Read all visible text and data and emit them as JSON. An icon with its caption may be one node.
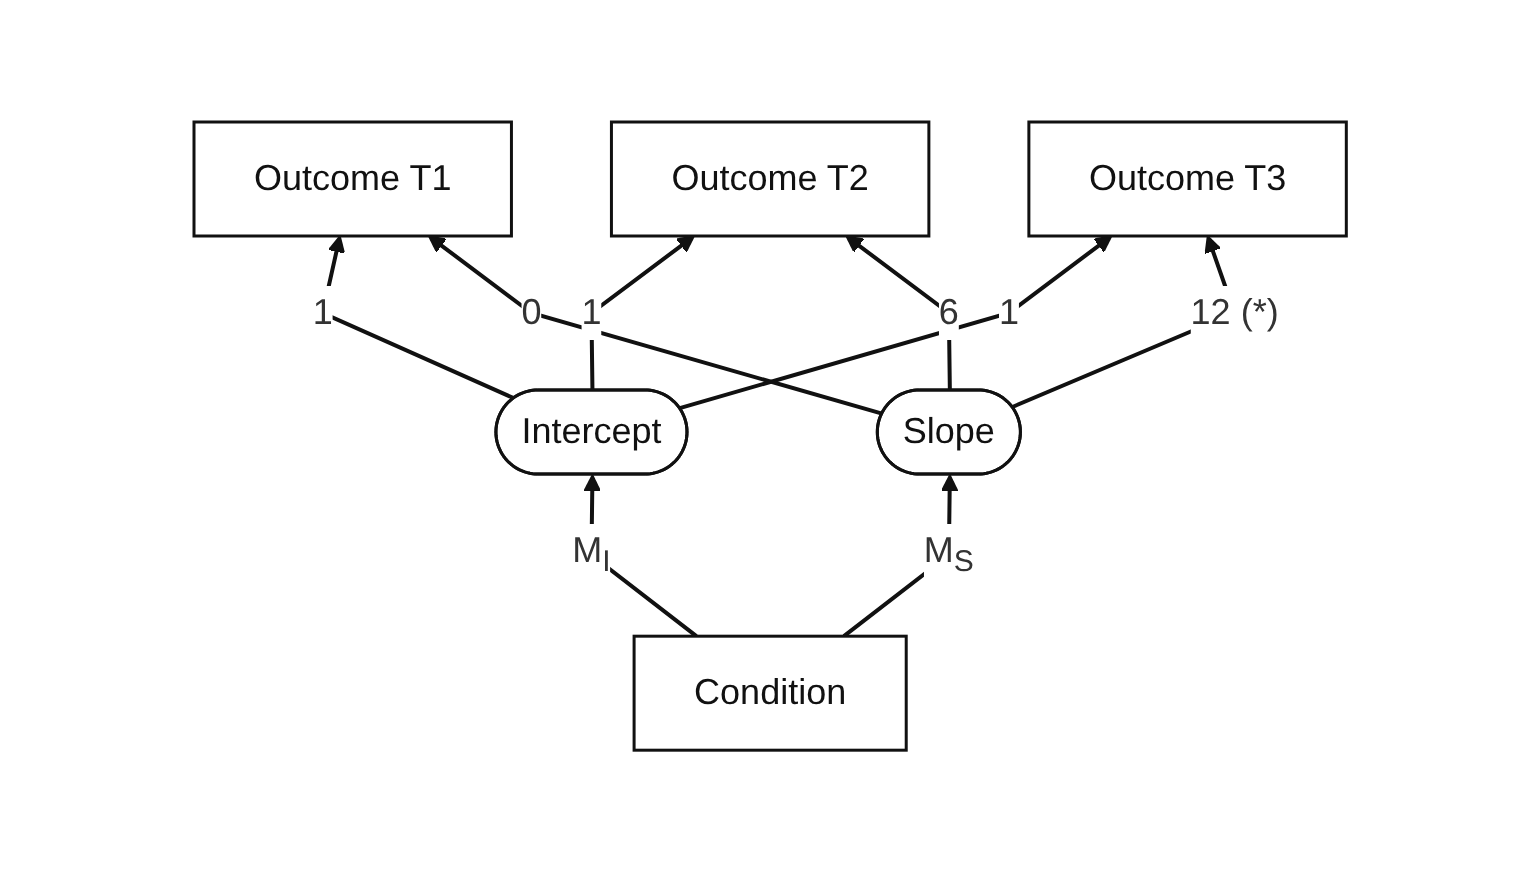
{
  "diagram": {
    "nodes": [
      {
        "text": [
          "Outcome T1"
        ]
      },
      {
        "text": [
          "Outcome T2"
        ]
      },
      {
        "text": [
          "Outcome T3"
        ]
      },
      {
        "text": [
          "Intercept"
        ]
      },
      {
        "text": [
          "Slope"
        ]
      },
      {
        "text": [
          "Condition"
        ]
      }
    ],
    "edges": [
      {
        "from": 3,
        "to": 0,
        "arrow": "to",
        "label": "1"
      },
      {
        "from": 3,
        "to": 1,
        "arrow": "to",
        "label": "1"
      },
      {
        "from": 3,
        "to": 2,
        "arrow": "to",
        "label": "1"
      },
      {
        "from": 4,
        "to": 0,
        "arrow": "to",
        "label": "0"
      },
      {
        "from": 4,
        "to": 1,
        "arrow": "to",
        "label": "6"
      },
      {
        "from": 4,
        "to": 2,
        "arrow": "to",
        "label": "12 (*)"
      },
      {
        "from": 5,
        "to": 3,
        "arrow": "to",
        "label": "M$_{I}$"
      },
      {
        "from": 5,
        "to": 4,
        "arrow": "to",
        "label": "M$_{S}$"
      }
    ]
  }
}
